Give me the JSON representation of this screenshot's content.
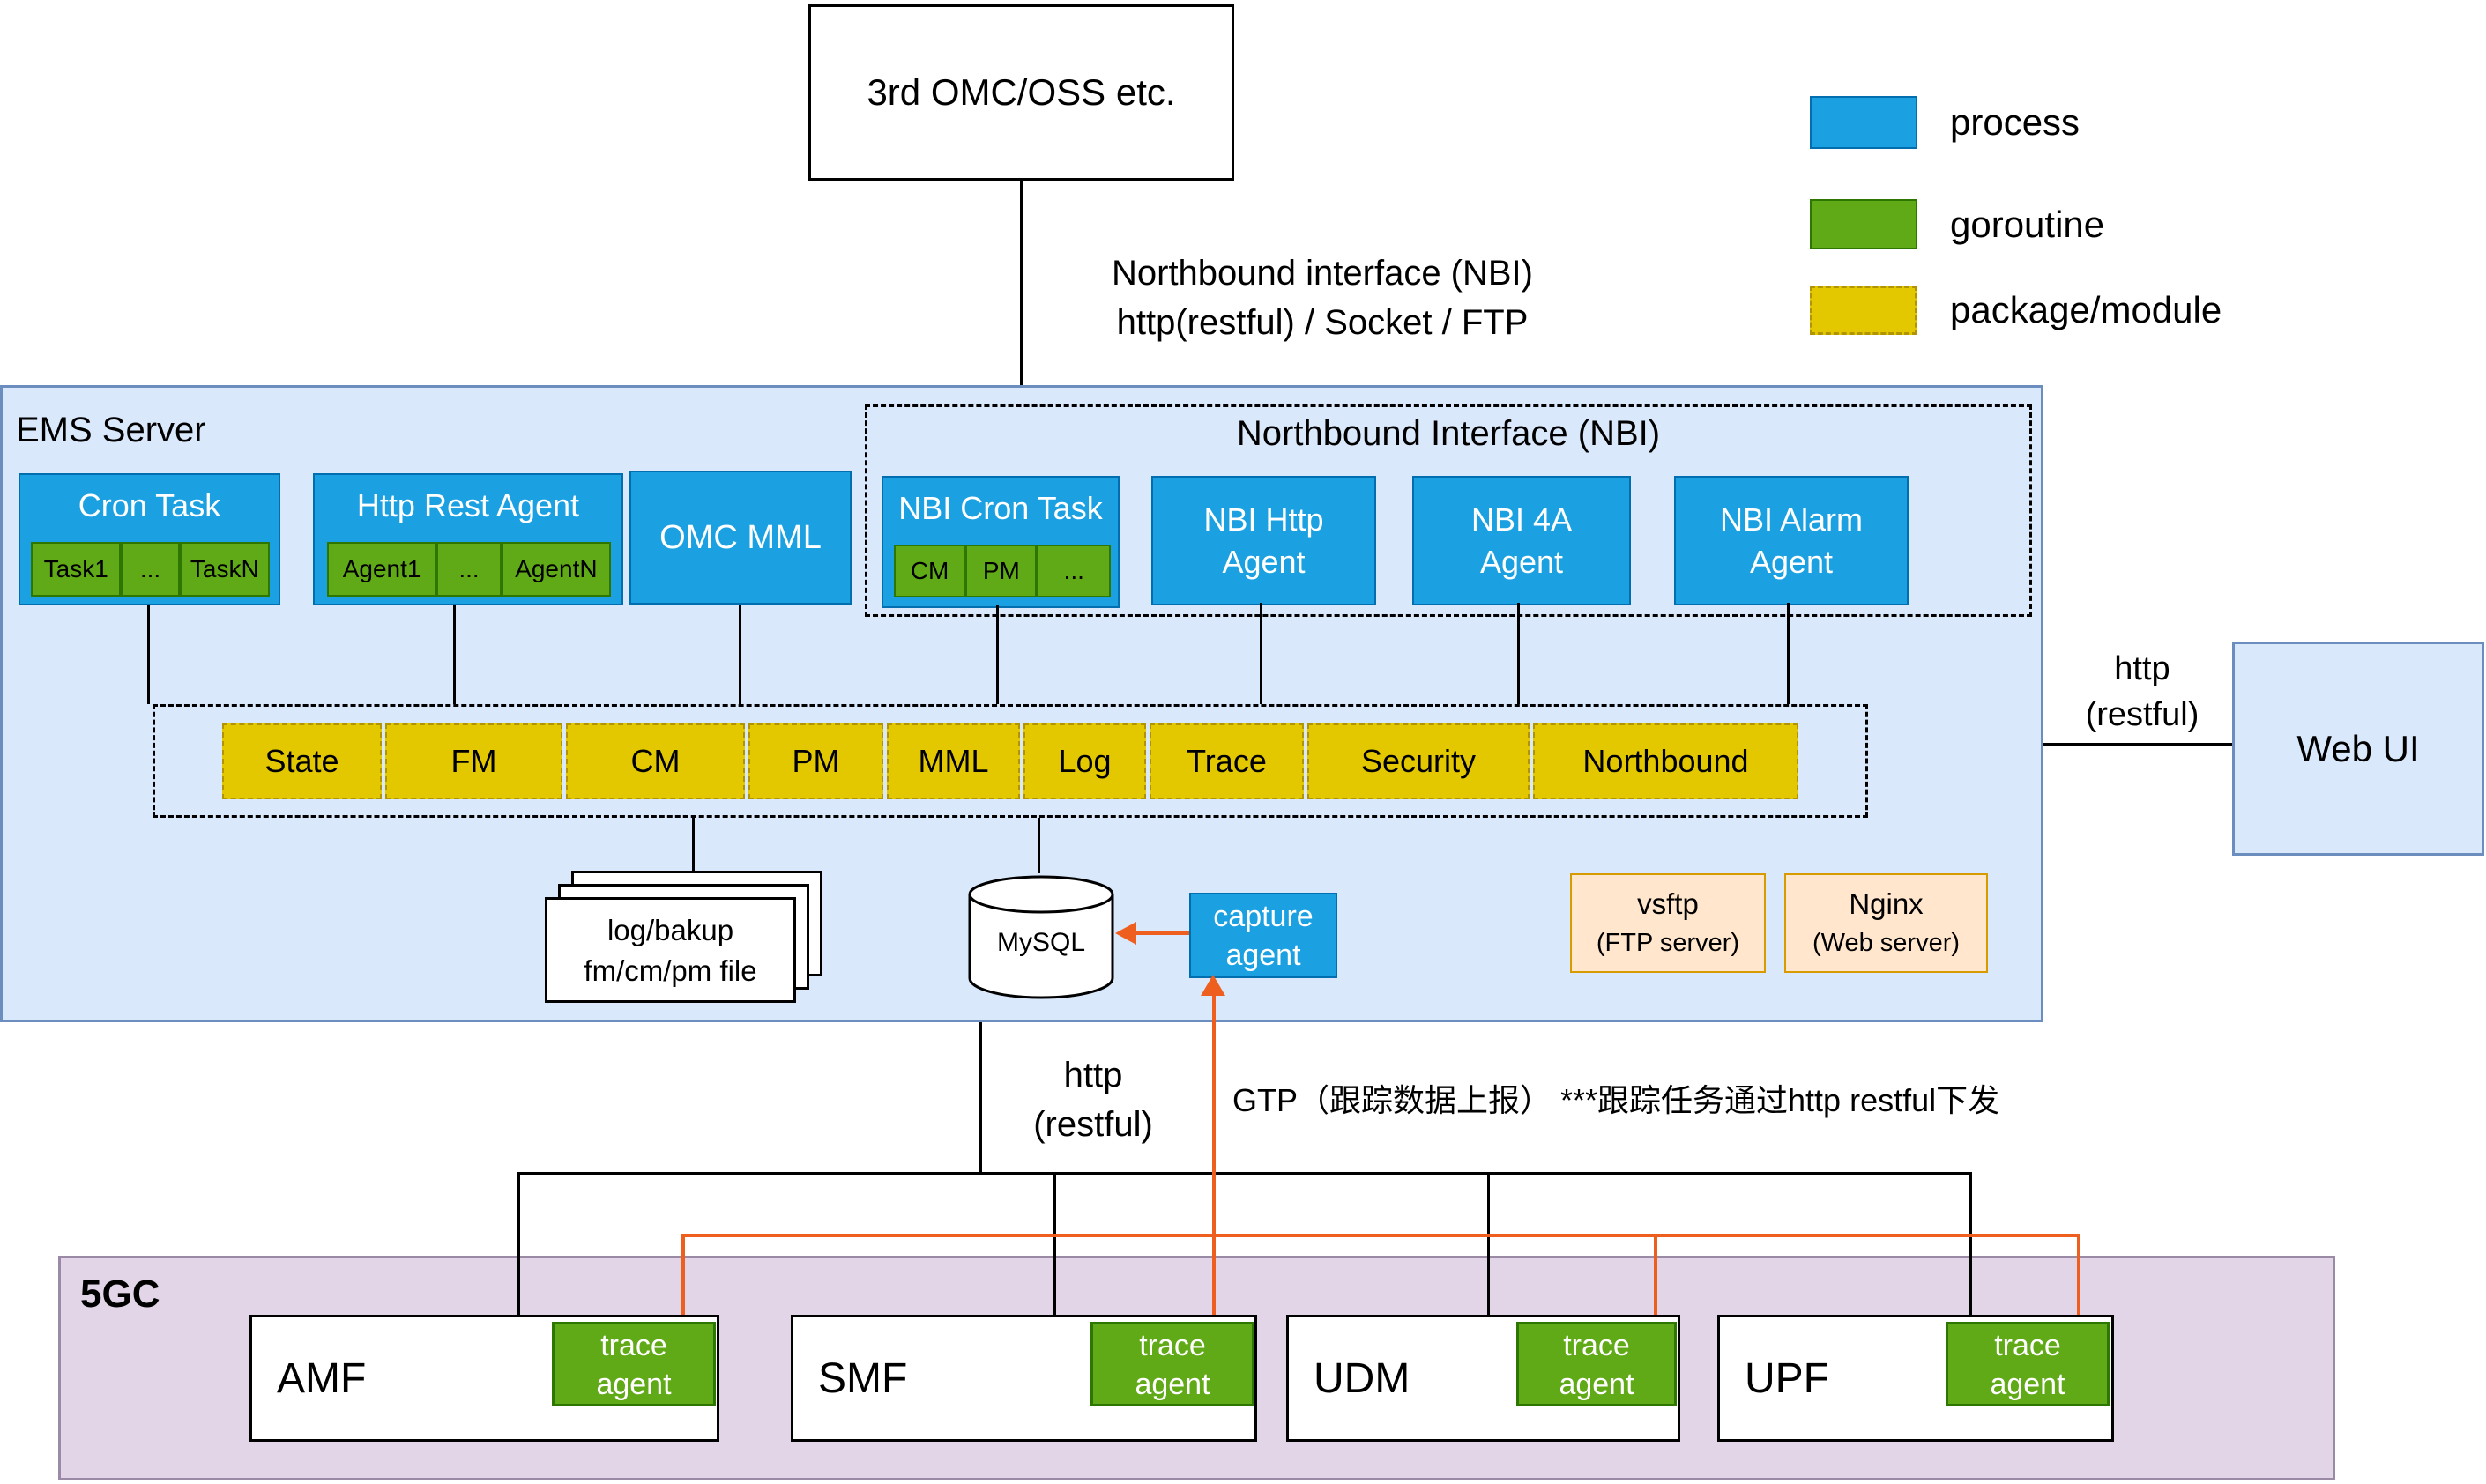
{
  "colors": {
    "process_blue": "#1ba1e2",
    "goroutine_green": "#60a917",
    "package_yellow": "#e3c800",
    "ems_fill": "#dae8fc",
    "core_fill": "#e1d5e7",
    "server_fill": "#ffe6cc",
    "arrow_orange": "#ee5f1f"
  },
  "top": {
    "omc_box": "3rd OMC/OSS etc.",
    "nbi_link_line1": "Northbound interface (NBI)",
    "nbi_link_line2": "http(restful) / Socket / FTP"
  },
  "legend": [
    {
      "label": "process"
    },
    {
      "label": "goroutine"
    },
    {
      "label": "package/module"
    }
  ],
  "ems": {
    "title": "EMS Server",
    "cron_task": {
      "title": "Cron Task",
      "items": [
        "Task1",
        "...",
        "TaskN"
      ]
    },
    "http_rest_agent": {
      "title": "Http Rest Agent",
      "items": [
        "Agent1",
        "...",
        "AgentN"
      ]
    },
    "omc_mml": {
      "title": "OMC MML"
    },
    "nbi_group": {
      "title": "Northbound Interface (NBI)",
      "nbi_cron_task": {
        "title": "NBI Cron Task",
        "items": [
          "CM",
          "PM",
          "..."
        ]
      },
      "nbi_http_agent": {
        "line1": "NBI Http",
        "line2": "Agent"
      },
      "nbi_4a_agent": {
        "line1": "NBI 4A",
        "line2": "Agent"
      },
      "nbi_alarm_agent": {
        "line1": "NBI Alarm",
        "line2": "Agent"
      }
    },
    "modules": [
      "State",
      "FM",
      "CM",
      "PM",
      "MML",
      "Log",
      "Trace",
      "Security",
      "Northbound"
    ],
    "file_stack": {
      "line1": "log/bakup",
      "line2": "fm/cm/pm file"
    },
    "mysql": {
      "label": "MySQL"
    },
    "capture_agent": {
      "line1": "capture",
      "line2": "agent"
    },
    "vsftp": {
      "line1": "vsftp",
      "line2": "(FTP server)"
    },
    "nginx": {
      "line1": "Nginx",
      "line2": "(Web server)"
    }
  },
  "webui": {
    "label": "Web UI",
    "link": {
      "line1": "http",
      "line2": "(restful)"
    }
  },
  "south_links": {
    "http": {
      "line1": "http",
      "line2": "(restful)"
    },
    "gtp_note": "GTP（跟踪数据上报）  ***跟踪任务通过http restful下发"
  },
  "core": {
    "title": "5GC",
    "trace_agent": {
      "line1": "trace",
      "line2": "agent"
    },
    "nodes": [
      {
        "name": "AMF"
      },
      {
        "name": "SMF"
      },
      {
        "name": "UDM"
      },
      {
        "name": "UPF"
      }
    ]
  }
}
